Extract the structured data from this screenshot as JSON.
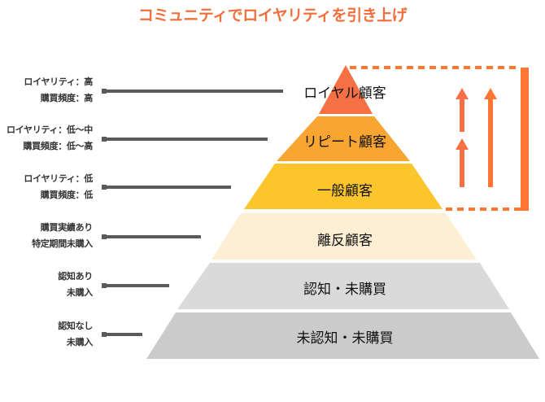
{
  "title": "コミュニティでロイヤリティを引き上げ",
  "colors": {
    "title": "#f26f3b",
    "accent_orange": "#ff7733",
    "connector": "#5a5a5a"
  },
  "tiers": [
    {
      "label": "ロイヤル顧客",
      "color": "#f57045",
      "left_lines": [
        "ロイヤリティ：高",
        "購買頻度：高"
      ]
    },
    {
      "label": "リピート顧客",
      "color": "#f8a531",
      "left_lines": [
        "ロイヤリティ：低〜中",
        "購買頻度：低〜高"
      ]
    },
    {
      "label": "一般顧客",
      "color": "#fdc52c",
      "left_lines": [
        "ロイヤリティ：低",
        "購買頻度：低"
      ]
    },
    {
      "label": "離反顧客",
      "color": "#fdefd3",
      "left_lines": [
        "購買実績あり",
        "特定期間未購入"
      ]
    },
    {
      "label": "認知・未購買",
      "color": "#dadada",
      "left_lines": [
        "認知あり",
        "未購入"
      ]
    },
    {
      "label": "未認知・未購買",
      "color": "#cbcbcb",
      "left_lines": [
        "認知なし",
        "未購入"
      ]
    }
  ],
  "annotations": {
    "arrows": [
      {
        "name": "arrow-general-to-repeat",
        "direction": "up"
      },
      {
        "name": "arrow-repeat-to-loyal",
        "direction": "up"
      },
      {
        "name": "arrow-general-to-loyal",
        "direction": "up"
      }
    ],
    "bracket": "dashed-bracket-loyal-to-general"
  }
}
